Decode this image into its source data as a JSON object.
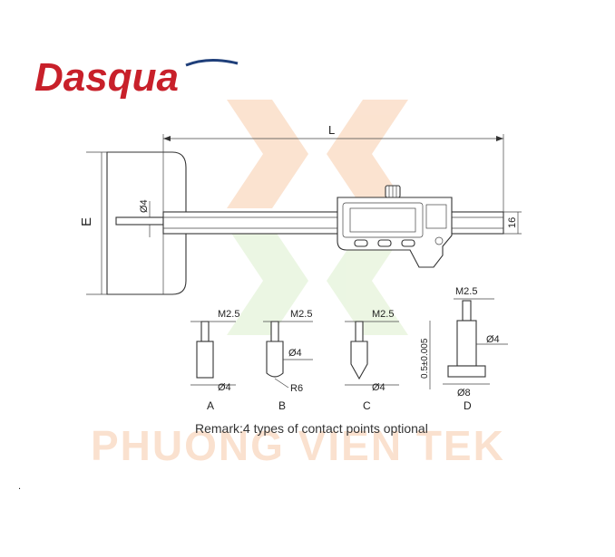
{
  "brand": {
    "name": "Dasqua",
    "color": "#c8202a",
    "swoosh_color": "#1f3f7a"
  },
  "watermark": {
    "text": "PHUONG VIEN TEK",
    "color": "#f7c9a8"
  },
  "main_drawing": {
    "length_label": "L",
    "base_height_label": "E",
    "rod_diameter_label": "Ø4",
    "beam_height_label": "16"
  },
  "contact_points": [
    {
      "id": "A",
      "thread": "M2.5",
      "diameter": "Ø4"
    },
    {
      "id": "B",
      "thread": "M2.5",
      "diameter": "Ø4",
      "radius": "R6"
    },
    {
      "id": "C",
      "thread": "M2.5",
      "diameter": "Ø4"
    },
    {
      "id": "D",
      "thread": "M2.5",
      "diameter": "Ø4",
      "base_diameter": "Ø8",
      "height": "0.5±0.005"
    }
  ],
  "remark": "Remark:4 types of contact points optional",
  "corner_mark": "."
}
